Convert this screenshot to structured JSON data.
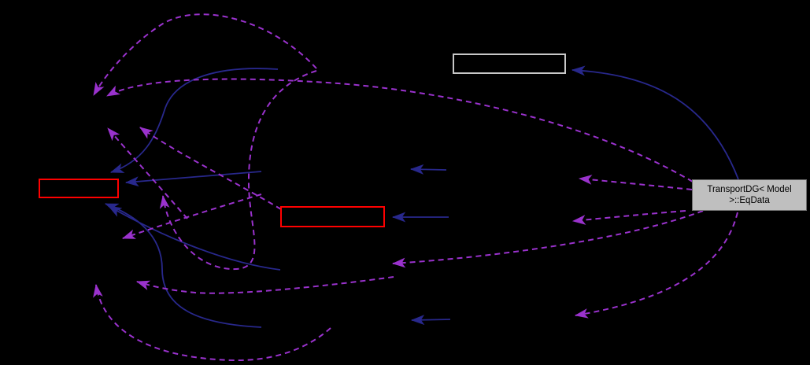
{
  "diagram": {
    "kind": "collaboration-graph",
    "background": "#000000",
    "colors": {
      "edge_inheritance_blue": "#28288c",
      "edge_usage_purple": "#9a32cd",
      "truncated_node_border_red": "#ff0000",
      "plain_node_border_gray": "#c8c8c8",
      "current_node_fill": "#bfbfbf",
      "current_node_border": "#6e6e6e",
      "current_node_text": "#000000"
    },
    "current_node": {
      "label_line1": "TransportDG< Model",
      "label_line2": ">::EqData"
    },
    "edge_counts": {
      "solid_inheritance_edges": 8,
      "dashed_usage_edges": 13
    }
  }
}
